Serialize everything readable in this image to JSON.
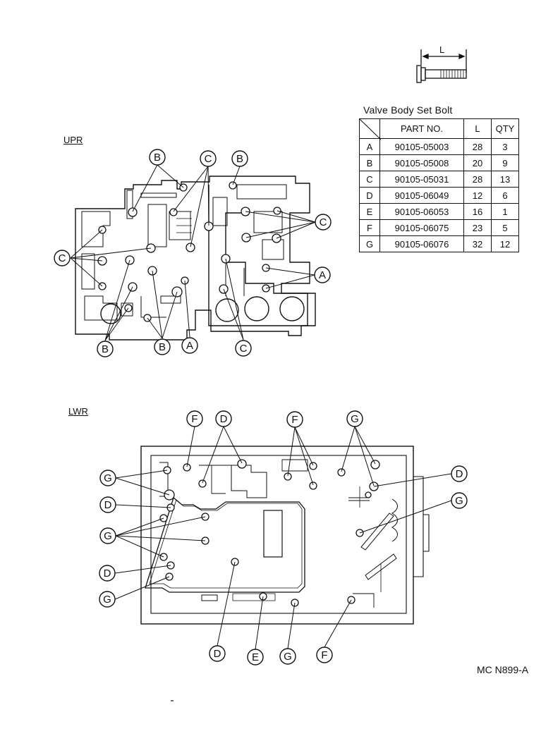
{
  "figure": {
    "upper_label": "UPR",
    "lower_label": "LWR",
    "figure_ref": "MC  N899-A",
    "dimension_label": "L"
  },
  "table": {
    "title": "Valve Body Set Bolt",
    "headers": {
      "part_no": "PART NO.",
      "length": "L",
      "qty": "QTY"
    },
    "rows": [
      {
        "key": "A",
        "part_no": "90105-05003",
        "length": "28",
        "qty": "3"
      },
      {
        "key": "B",
        "part_no": "90105-05008",
        "length": "20",
        "qty": "9"
      },
      {
        "key": "C",
        "part_no": "90105-05031",
        "length": "28",
        "qty": "13"
      },
      {
        "key": "D",
        "part_no": "90105-06049",
        "length": "12",
        "qty": "6"
      },
      {
        "key": "E",
        "part_no": "90105-06053",
        "length": "16",
        "qty": "1"
      },
      {
        "key": "F",
        "part_no": "90105-06075",
        "length": "23",
        "qty": "5"
      },
      {
        "key": "G",
        "part_no": "90105-06076",
        "length": "32",
        "qty": "12"
      }
    ]
  },
  "callouts": {
    "upper": [
      "B",
      "C",
      "B",
      "C",
      "C",
      "A",
      "B",
      "B",
      "A",
      "C"
    ],
    "lower": [
      "F",
      "D",
      "F",
      "G",
      "G",
      "D",
      "D",
      "G",
      "G",
      "D",
      "G",
      "D",
      "E",
      "G",
      "F"
    ]
  }
}
